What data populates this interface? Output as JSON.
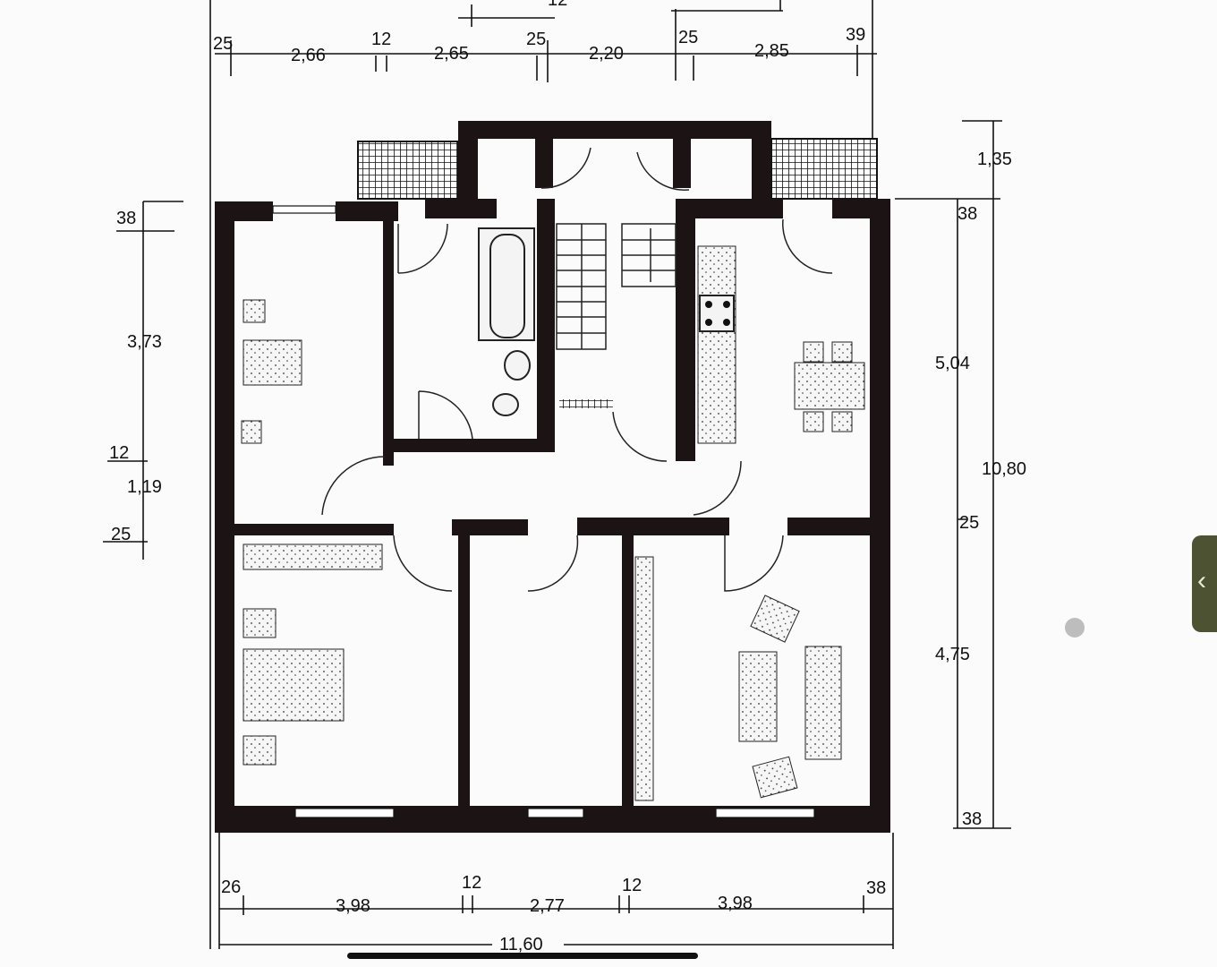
{
  "plan": {
    "top_dims": [
      "25",
      "2,66",
      "12",
      "2,65",
      "25",
      "2,20",
      "25",
      "2,85",
      "39"
    ],
    "top_cut_dim": "12",
    "left_dims": [
      "38",
      "3,73",
      "12",
      "1,19",
      "25"
    ],
    "right_dims": [
      "1,35",
      "38",
      "5,04",
      "10,80",
      "25",
      "4,75",
      "38"
    ],
    "bottom_dims": [
      "26",
      "3,98",
      "12",
      "2,77",
      "12",
      "3,98",
      "38"
    ],
    "total_width": "11,60"
  },
  "viewer": {
    "back_icon": "chevron-left-icon"
  },
  "colors": {
    "wall": "#1c1414",
    "tab": "#4d5233"
  }
}
